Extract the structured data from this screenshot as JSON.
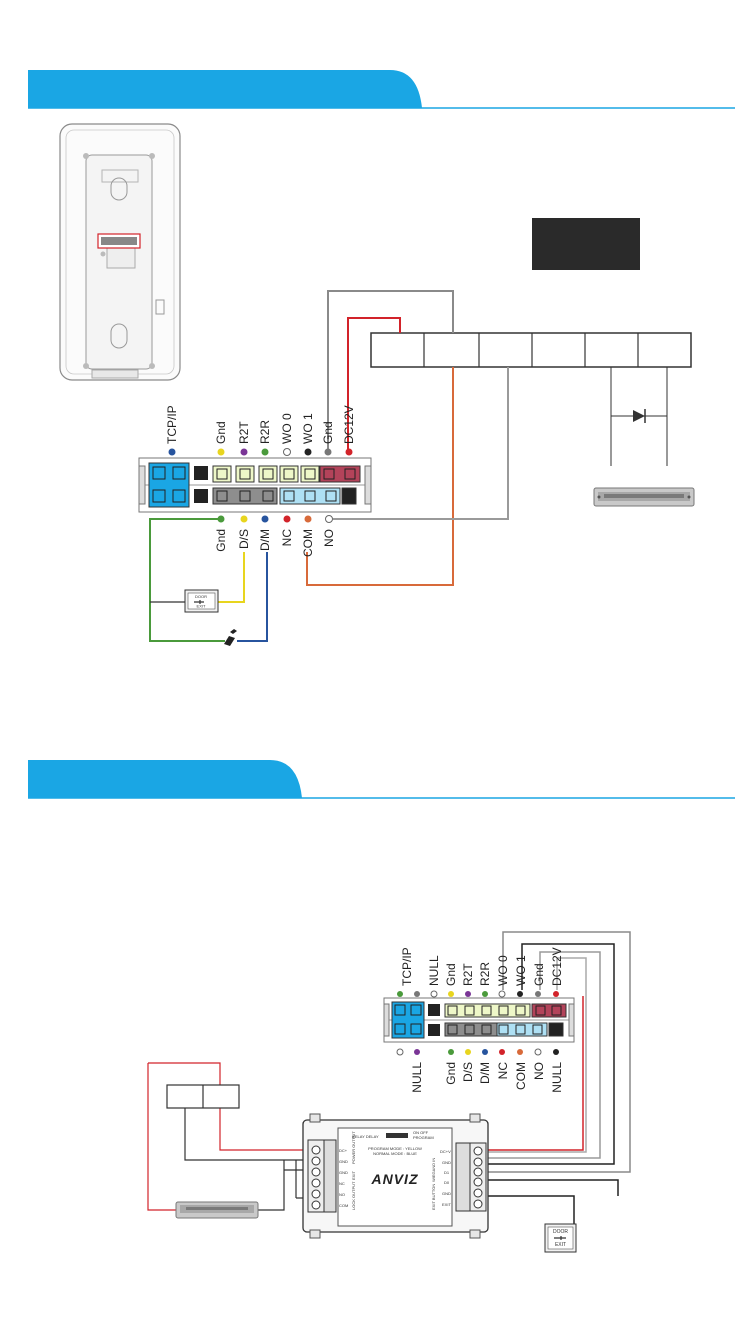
{
  "top_diagram": {
    "terminal_top_labels": [
      "TCP/IP",
      "Gnd",
      "R2T",
      "R2R",
      "WO 0",
      "WO 1",
      "Gnd",
      "DC12V"
    ],
    "terminal_bottom_labels": [
      "Gnd",
      "D/S",
      "D/M",
      "NC",
      "COM",
      "NO"
    ],
    "exit_button": {
      "line1": "DOOR",
      "line2": "EXIT"
    }
  },
  "bottom_diagram": {
    "terminal_top_labels": [
      "TCP/IP",
      "NULL",
      "Gnd",
      "R2T",
      "R2R",
      "WO 0",
      "WO 1",
      "Gnd",
      "DC12V"
    ],
    "terminal_bottom_labels": [
      "NULL",
      "Gnd",
      "D/S",
      "D/M",
      "NC",
      "COM",
      "NO",
      "NULL"
    ],
    "exit_button": {
      "line1": "DOOR",
      "line2": "EXIT"
    },
    "module": {
      "brand": "ANVIZ",
      "relay_delay": "RELAY DELAY",
      "program_switch": "ON  OFF",
      "program_label": "PROGRAM",
      "mode_line1": "PROGRAM MODE : YELLOW",
      "mode_line2": "NORMAL MODE : BLUE",
      "left_pins": [
        "DC+",
        "GND",
        "GND",
        "NC",
        "NO",
        "COM"
      ],
      "left_group1": "POWER OUTPUT",
      "left_group2": "EXIT",
      "left_group3": "LOCK OUTPUT",
      "right_pins": [
        "DC+V",
        "GND",
        "D1",
        "D0",
        "GND",
        "EXIT"
      ],
      "right_group1": "WIEGAND IN",
      "right_group2": "EXIT BUTTON"
    }
  },
  "colors": {
    "accent": "#1aa6e4",
    "red": "#d2232a",
    "orange": "#d86a3a",
    "gray": "#9a9a9a",
    "green": "#4a9a3b",
    "yellow": "#e8d51e",
    "blue": "#27549e"
  }
}
